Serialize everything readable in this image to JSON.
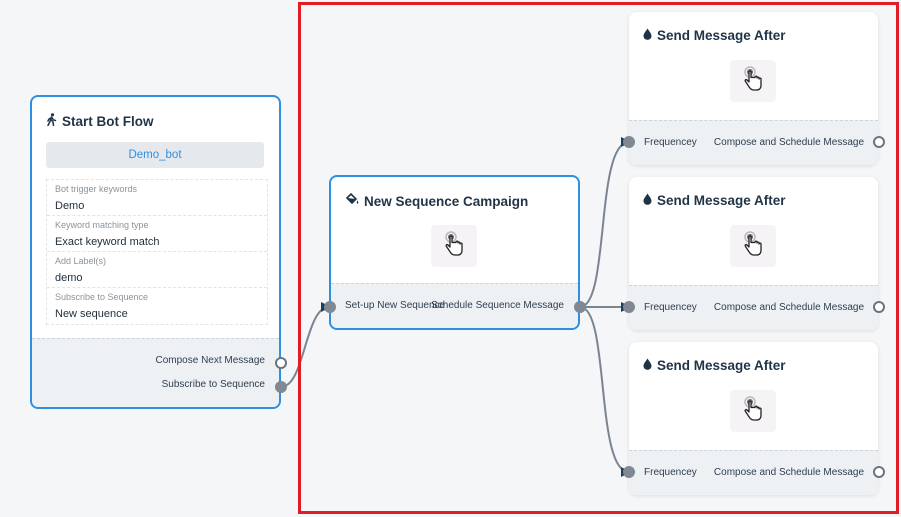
{
  "start_node": {
    "title": "Start Bot Flow",
    "icon": "walking-person-icon",
    "bot_button": "Demo_bot",
    "fields": [
      {
        "label": "Bot trigger keywords",
        "value": "Demo"
      },
      {
        "label": "Keyword matching type",
        "value": "Exact keyword match"
      },
      {
        "label": "Add Label(s)",
        "value": "demo"
      },
      {
        "label": "Subscribe to Sequence",
        "value": "New sequence"
      }
    ],
    "outputs": [
      "Compose Next Message",
      "Subscribe to Sequence"
    ]
  },
  "sequence_node": {
    "title": "New Sequence Campaign",
    "icon": "paint-bucket-icon",
    "input_label": "Set-up New Sequence",
    "output_label": "Schedule Sequence Message"
  },
  "message_nodes": [
    {
      "title": "Send Message After",
      "icon": "drop-icon",
      "input_label": "Frequencey",
      "output_label": "Compose and Schedule Message"
    },
    {
      "title": "Send Message After",
      "icon": "drop-icon",
      "input_label": "Frequencey",
      "output_label": "Compose and Schedule Message"
    },
    {
      "title": "Send Message After",
      "icon": "drop-icon",
      "input_label": "Frequencey",
      "output_label": "Compose and Schedule Message"
    }
  ],
  "colors": {
    "selected_border": "#2f8fe0",
    "highlight_frame": "#e11c24",
    "edge": "#7b8591",
    "arrow": "#1f3f5a",
    "canvas": "#f4f6f8"
  }
}
